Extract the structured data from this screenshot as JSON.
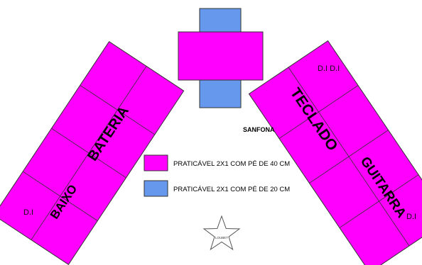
{
  "colors": {
    "magenta": "#ff00ff",
    "blue": "#6699ee",
    "outline": "#333333",
    "text": "#000000"
  },
  "left_riser": {
    "label_bateria": "BATERIA",
    "label_baixo": "BAIXO",
    "label_dj": "D.I"
  },
  "right_riser": {
    "label_teclado": "TECLADO",
    "label_guitarra": "GUITARRA",
    "label_dj_top": "D.I D.I",
    "label_dj_side": "D.I"
  },
  "center": {
    "label_sanfona": "SANFONA"
  },
  "legend": {
    "magenta_text": "PRATICÁVEL 2X1 COM PÉ DE 40 CM",
    "blue_text": "PRATICÁVEL 2X1 COM PÉ DE 20 CM"
  },
  "star": {
    "icon": "star-icon",
    "label": "LOUBET"
  }
}
